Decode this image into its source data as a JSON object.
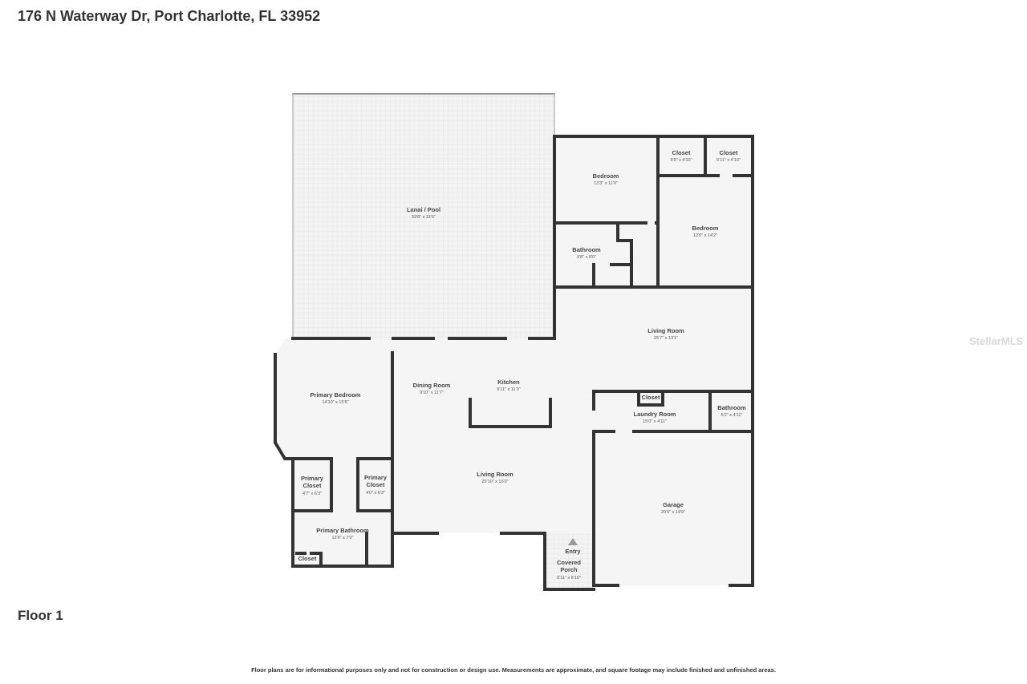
{
  "address": "176 N Waterway Dr, Port Charlotte, FL 33952",
  "floor_label": "Floor 1",
  "disclaimer": "Floor plans are for informational purposes only and not for construction or design use. Measurements are approximate, and square footage may include finished and unfinished areas.",
  "watermark": "StellarMLS",
  "rooms": [
    {
      "name": "Lanai / Pool",
      "dims": "33'8\" x 31'6\""
    },
    {
      "name": "Bedroom",
      "dims": "13'3\" x 11'0\""
    },
    {
      "name": "Closet",
      "dims": "5'8\" x 4'10\""
    },
    {
      "name": "Closet",
      "dims": "5'11\" x 4'10\""
    },
    {
      "name": "Bedroom",
      "dims": "12'0\" x 14'2\""
    },
    {
      "name": "Bathroom",
      "dims": "9'8\" x 8'0\""
    },
    {
      "name": "Living Room",
      "dims": "25'7\" x 13'1\""
    },
    {
      "name": "Primary Bedroom",
      "dims": "14'10\" x 15'6\""
    },
    {
      "name": "Dining Room",
      "dims": "9'10\" x 11'7\""
    },
    {
      "name": "Kitchen",
      "dims": "9'11\" x 11'3\""
    },
    {
      "name": "Closet",
      "dims": ""
    },
    {
      "name": "Laundry Room",
      "dims": "15'0\" x 4'11\""
    },
    {
      "name": "Bathroom",
      "dims": "5'2\" x 4'11\""
    },
    {
      "name": "Primary Closet",
      "dims": "4'7\" x 6'3\""
    },
    {
      "name": "Primary Closet",
      "dims": "4'0\" x 6'3\""
    },
    {
      "name": "Living Room",
      "dims": "25'10\" x 16'0\""
    },
    {
      "name": "Garage",
      "dims": "20'6\" x 19'9\""
    },
    {
      "name": "Primary Bathroom",
      "dims": "12'6\" x 7'0\""
    },
    {
      "name": "Closet",
      "dims": ""
    },
    {
      "name": "Entry",
      "dims": ""
    },
    {
      "name": "Covered Porch",
      "dims": "5'11\" x 6'10\""
    }
  ]
}
